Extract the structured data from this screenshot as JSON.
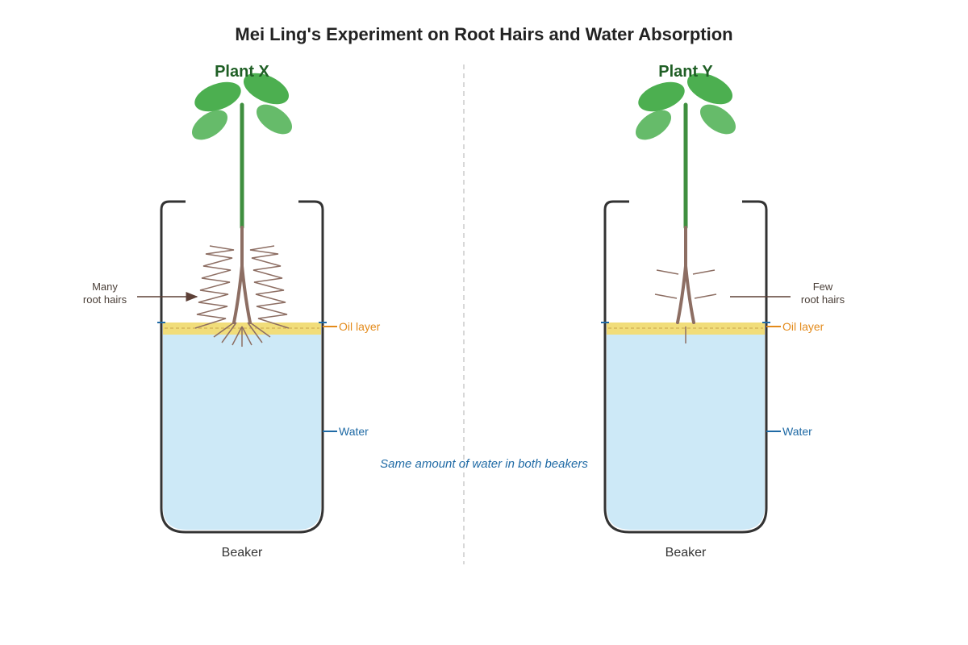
{
  "title": "Mei Ling's Experiment on Root Hairs and Water Absorption",
  "center_note": "Same amount of water in both beakers",
  "plant_x": {
    "label": "Plant X",
    "beaker_label": "Beaker",
    "oil_label": "Oil layer",
    "water_label": "Water",
    "hair_label_line1": "Many",
    "hair_label_line2": "root hairs"
  },
  "plant_y": {
    "label": "Plant Y",
    "beaker_label": "Beaker",
    "oil_label": "Oil layer",
    "water_label": "Water",
    "hair_label_line1": "Few",
    "hair_label_line2": "root hairs"
  },
  "colors": {
    "water": "#cde9f7",
    "oil": "#f1dd7a",
    "stem": "#3f8f3f",
    "leaf_dark": "#4caf50",
    "leaf_light": "#66bb6a",
    "root": "#8d6e63",
    "beaker": "#333333"
  }
}
